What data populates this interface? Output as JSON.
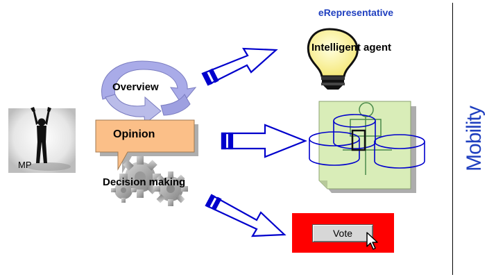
{
  "title": "eRepresentative",
  "mp": {
    "label": "MP"
  },
  "stages": {
    "overview": "Overview",
    "opinion": "Opinion",
    "decision": "Decision making"
  },
  "outputs": {
    "agent": "Intelligent agent",
    "vote_button": "Vote"
  },
  "side_panel": {
    "label": "Mobility"
  },
  "colors": {
    "accent_blue": "#1f3fbf",
    "arrow_blue": "#0000cc",
    "opinion_fill": "#fbbf88",
    "vote_bg": "#ff0000",
    "document_fill": "#d9edb8",
    "bulb_fill": "#fff7a0"
  },
  "icons": {
    "mp": "person-arms-raised-icon",
    "overview": "circular-arrows-icon",
    "opinion": "speech-bubble-icon",
    "decision": "gears-icon",
    "agent": "light-bulb-icon",
    "document": "document-cylinders-icon",
    "cursor": "mouse-pointer-icon"
  }
}
